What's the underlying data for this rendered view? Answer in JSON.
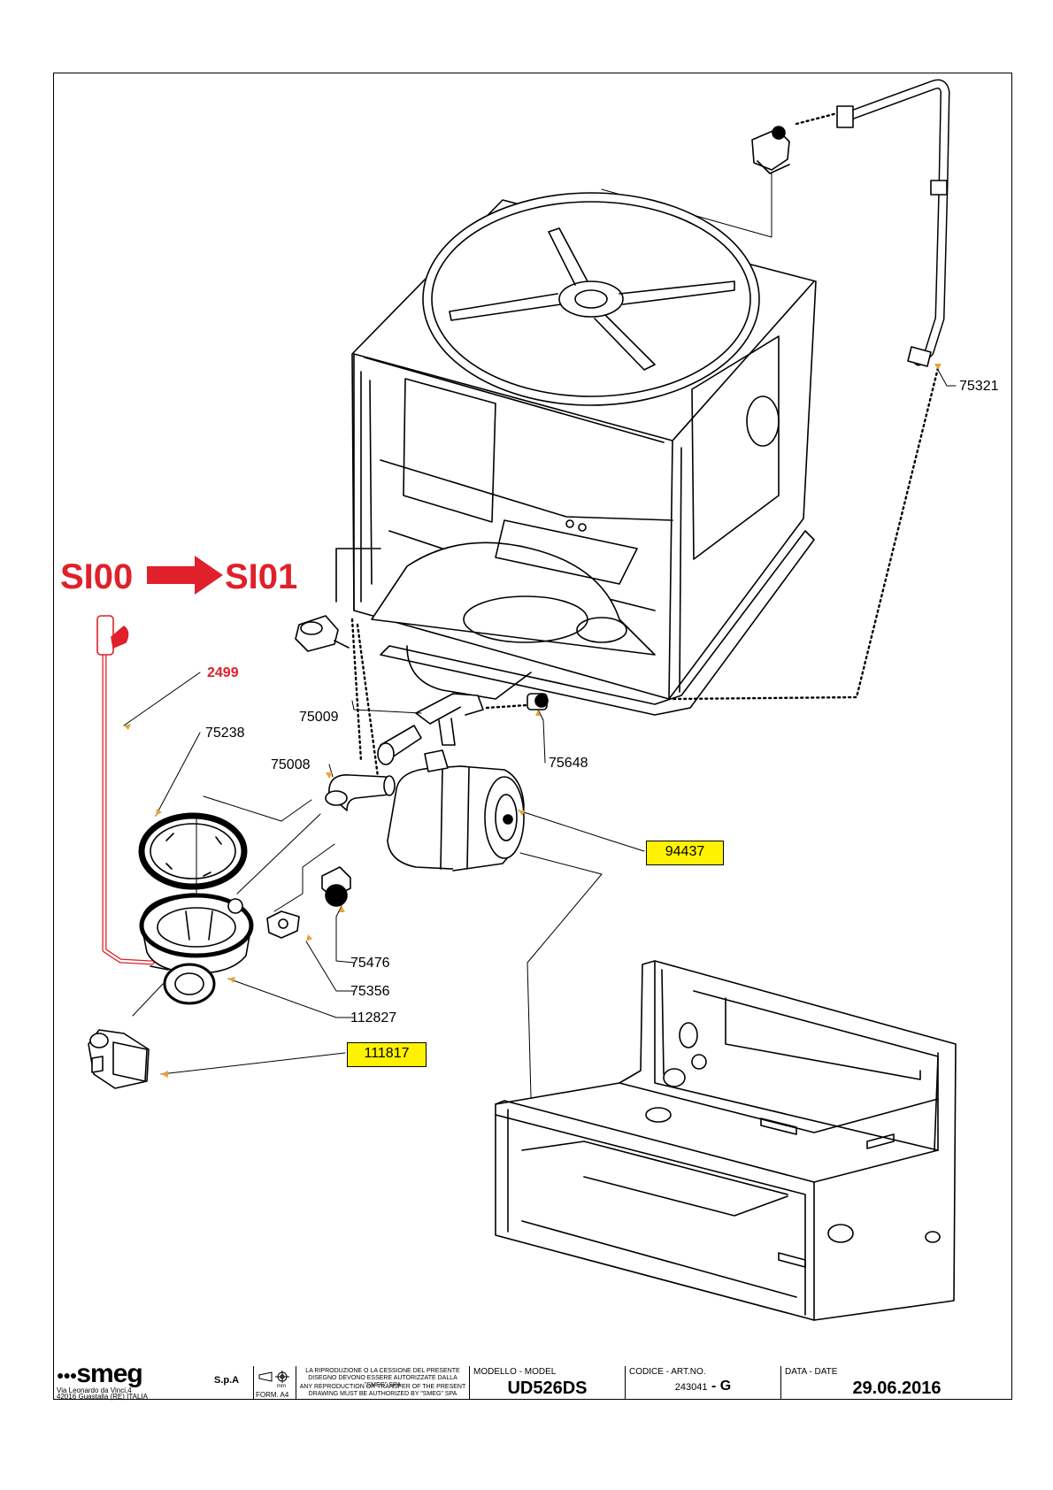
{
  "revision": {
    "from": "SI00",
    "to": "SI01"
  },
  "callouts": [
    {
      "id": "75321",
      "highlight": false,
      "changed": false
    },
    {
      "id": "2499",
      "highlight": false,
      "changed": true
    },
    {
      "id": "75238",
      "highlight": false,
      "changed": false
    },
    {
      "id": "75009",
      "highlight": false,
      "changed": false
    },
    {
      "id": "75008",
      "highlight": false,
      "changed": false
    },
    {
      "id": "75648",
      "highlight": false,
      "changed": false
    },
    {
      "id": "94437",
      "highlight": true,
      "changed": false
    },
    {
      "id": "75476",
      "highlight": false,
      "changed": false
    },
    {
      "id": "75356",
      "highlight": false,
      "changed": false
    },
    {
      "id": "112827",
      "highlight": false,
      "changed": false
    },
    {
      "id": "111817",
      "highlight": true,
      "changed": false
    }
  ],
  "colors": {
    "revision_red": "#e0202a",
    "highlight_yellow": "#fff200",
    "leader_orange": "#e8a23a"
  },
  "title_block": {
    "brand": "smeg",
    "company_suffix": "S.p.A",
    "address_line1": "Via Leonardo da Vinci,4",
    "address_line2": "42016  Guastalla (RE) ITALIA",
    "unit": "mm",
    "format": "FORM. A4",
    "notice_it": "LA RIPRODUZIONE O LA CESSIONE DEL PRESENTE DISEGNO DEVONO ESSERE AUTORIZZATE DALLA \"SMEG\" SPA",
    "notice_en": "ANY REPRODUCTION OR TRANSFER OF THE PRESENT DRAWING MUST BE AUTHORIZED BY \"SMEG\" SPA",
    "model_label": "MODELLO - MODEL",
    "model": "UD526DS",
    "code_label": "CODICE - ART.NO.",
    "code": "243041",
    "code_rev": "G",
    "date_label": "DATA - DATE",
    "date": "29.06.2016"
  }
}
